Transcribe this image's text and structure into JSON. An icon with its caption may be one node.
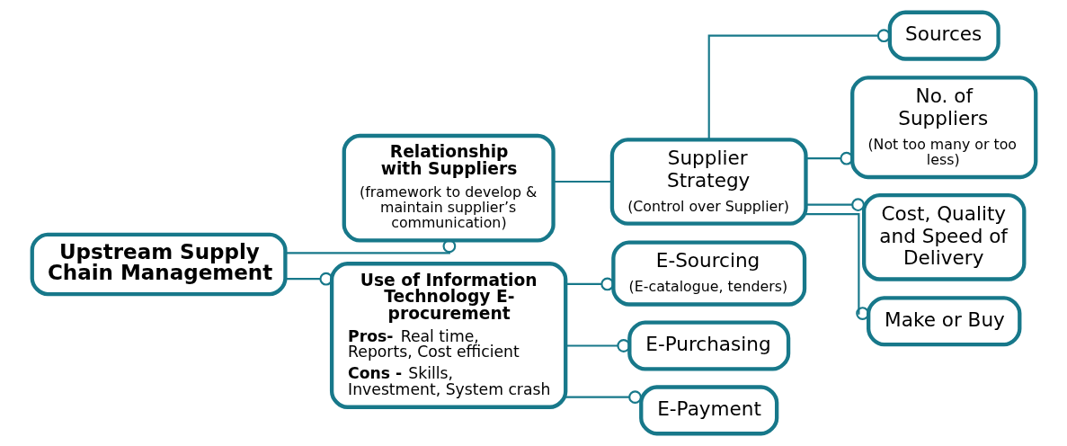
{
  "diagram": {
    "nodes": [
      {
        "text": [
          "Upstream Supply Chain Management"
        ]
      },
      {
        "text": [
          "Relationship with Suppliers",
          "(framework to develop & maintain supplier’s communication)"
        ]
      },
      {
        "text": [
          "Supplier Strategy",
          "(Control over Supplier)"
        ]
      },
      {
        "text": [
          "Sources"
        ]
      },
      {
        "text": [
          "No. of Suppliers",
          "(Not too many or too less)"
        ]
      },
      {
        "text": [
          "Cost, Quality and Speed of Delivery"
        ]
      },
      {
        "text": [
          "Make or Buy"
        ]
      },
      {
        "text": [
          "Use of Information Technology E- procurement",
          "**Pros-** Real time, Reports, Cost efficient",
          "**Cons -** Skills, Investment, System crash"
        ]
      },
      {
        "text": [
          "E-Sourcing",
          "(E-catalogue, tenders)"
        ]
      },
      {
        "text": [
          "E-Purchasing"
        ]
      },
      {
        "text": [
          "E-Payment"
        ]
      }
    ],
    "edges": [
      {
        "from": 0,
        "to": 1,
        "arrow": "other"
      },
      {
        "from": 0,
        "to": 7,
        "arrow": "other"
      },
      {
        "from": 1,
        "to": 2,
        "arrow": "none"
      },
      {
        "from": 2,
        "to": 3,
        "arrow": "other"
      },
      {
        "from": 2,
        "to": 4,
        "arrow": "other"
      },
      {
        "from": 2,
        "to": 5,
        "arrow": "other"
      },
      {
        "from": 2,
        "to": 6,
        "arrow": "other"
      },
      {
        "from": 7,
        "to": 8,
        "arrow": "other"
      },
      {
        "from": 7,
        "to": 9,
        "arrow": "other"
      },
      {
        "from": 7,
        "to": 10,
        "arrow": "other"
      }
    ]
  }
}
